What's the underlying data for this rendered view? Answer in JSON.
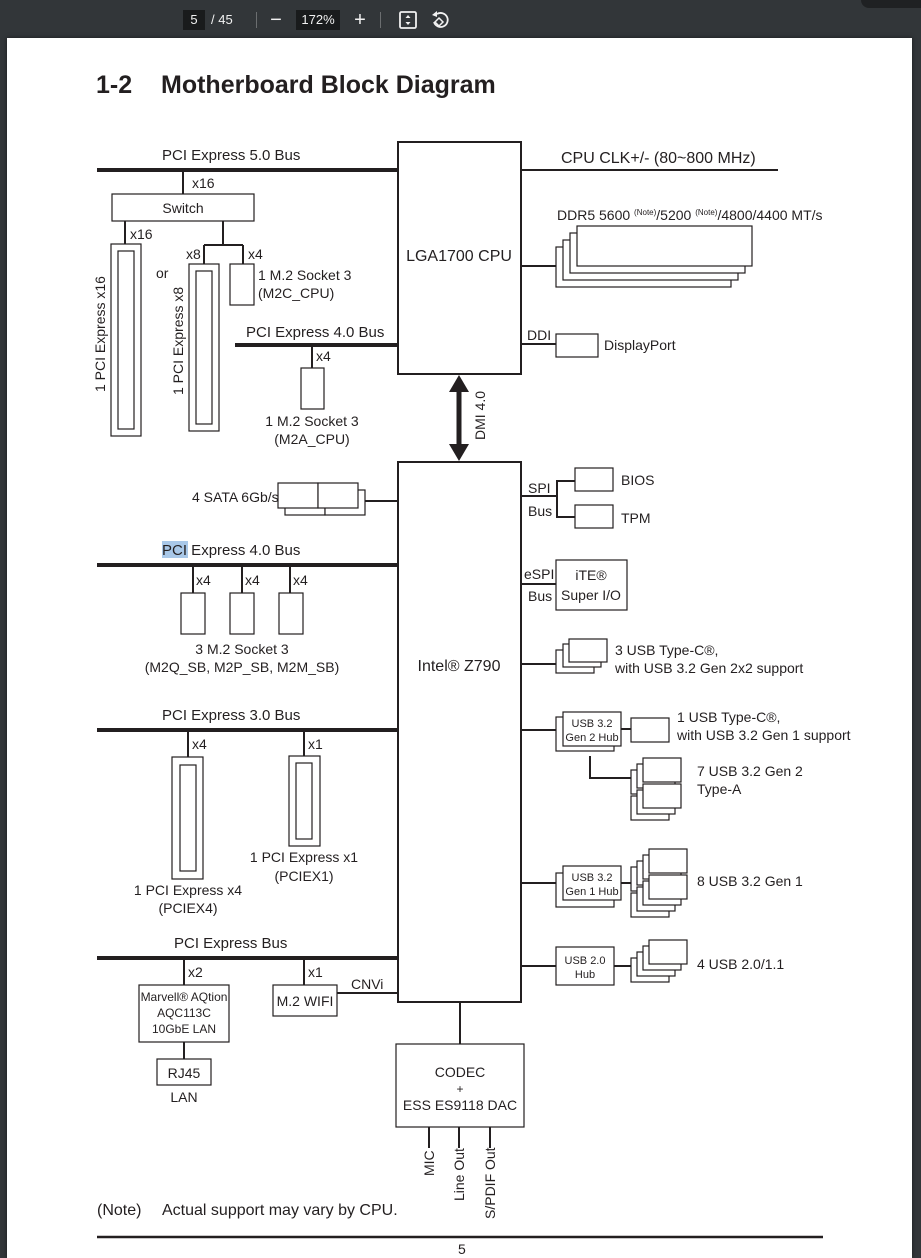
{
  "toolbar": {
    "current_page": "5",
    "total_pages": "/ 45",
    "zoom_out_icon": "minus-icon",
    "zoom_level": "172%",
    "zoom_in_icon": "plus-icon",
    "fit_page_icon": "fit-page-icon",
    "rotate_icon": "rotate-icon"
  },
  "document": {
    "section_number": "1-2",
    "section_title": "Motherboard Block Diagram",
    "note_label": "(Note)",
    "note_text": "Actual support may vary by CPU.",
    "page_number_fragment": "5"
  },
  "diagram": {
    "cpu": "LGA1700 CPU",
    "chipset": "Intel® Z790",
    "dmi": "DMI 4.0",
    "cpu_clk": "CPU CLK+/- (80~800 MHz)",
    "ddr": {
      "prefix": "DDR5 5600 ",
      "note1": "(Note)",
      "mid": "/5200 ",
      "note2": "(Note)",
      "suffix": "/4800/4400 MT/s"
    },
    "ddi": "DDI",
    "displayport": "DisplayPort",
    "pcie5_bus": "PCI Express 5.0 Bus",
    "switch": "Switch",
    "x16_top": "x16",
    "x16_slot_lane": "x16",
    "or": "or",
    "x8": "x8",
    "x4_m2c": "x4",
    "pcie_x16_slot": "1 PCI Express x16",
    "pcie_x8_slot": "1 PCI Express x8",
    "m2c_line1": "1 M.2 Socket 3",
    "m2c_line2": "(M2C_CPU)",
    "pcie4_cpu_bus": "PCI Express 4.0 Bus",
    "x4_m2a": "x4",
    "m2a_line1": "1 M.2 Socket 3",
    "m2a_line2": "(M2A_CPU)",
    "sata": "4 SATA 6Gb/s",
    "pcie4_sb_bus_highlight": "PCI",
    "pcie4_sb_bus_rest": " Express 4.0 Bus",
    "sb_lanes": [
      "x4",
      "x4",
      "x4"
    ],
    "m2_sb_line1": "3 M.2 Socket 3",
    "m2_sb_line2": "(M2Q_SB, M2P_SB, M2M_SB)",
    "pcie3_bus": "PCI Express 3.0 Bus",
    "x4_pciex4": "x4",
    "x1_pciex1": "x1",
    "pciex4_line1": "1 PCI Express x4",
    "pciex4_line2": "(PCIEX4)",
    "pciex1_line1": "1 PCI Express x1",
    "pciex1_line2": "(PCIEX1)",
    "pcie_bus": "PCI Express Bus",
    "x2_lan": "x2",
    "x1_wifi": "x1",
    "lan_chip_line1": "Marvell® AQtion",
    "lan_chip_line2": "AQC113C",
    "lan_chip_line3": "10GbE LAN",
    "rj45": "RJ45",
    "lan": "LAN",
    "wifi": "M.2 WIFI",
    "cnvi": "CNVi",
    "codec_line1": "CODEC",
    "codec_line2": "+",
    "codec_line3": "ESS ES9118 DAC",
    "audio_outputs": [
      "MIC",
      "Line Out",
      "S/PDIF Out"
    ],
    "spi_line1": "SPI",
    "spi_line2": "Bus",
    "bios": "BIOS",
    "tpm": "TPM",
    "espi_line1": "eSPI",
    "espi_line2": "Bus",
    "superio_line1": "iTE®",
    "superio_line2": "Super I/O",
    "usbc_2x2_line1": "3 USB Type-C®,",
    "usbc_2x2_line2": "with USB 3.2 Gen 2x2 support",
    "gen2hub_line1": "USB 3.2",
    "gen2hub_line2": "Gen 2 Hub",
    "usbc_gen1_line1": "1 USB Type-C®,",
    "usbc_gen1_line2": "with USB 3.2 Gen 1 support",
    "usb_gen2_a_line1": "7 USB 3.2 Gen 2",
    "usb_gen2_a_line2": "Type-A",
    "gen1hub_line1": "USB 3.2",
    "gen1hub_line2": "Gen 1 Hub",
    "usb_gen1": "8 USB 3.2 Gen 1",
    "usb2hub_line1": "USB 2.0",
    "usb2hub_line2": "Hub",
    "usb2": "4 USB 2.0/1.1"
  }
}
